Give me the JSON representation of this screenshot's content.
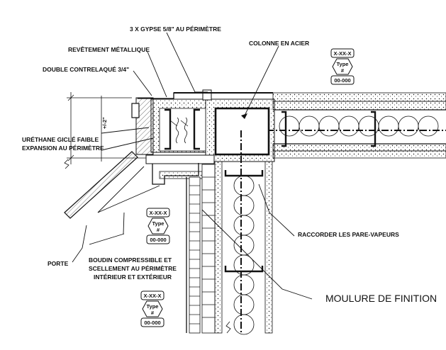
{
  "labels": {
    "gypse": "3 X GYPSE 5/8\" AU PÉRIMÈTRE",
    "revetement": "REVÊTEMENT MÉTALLIQUE",
    "colonne": "COLONNE EN ACIER",
    "contreplaque": "DOUBLE CONTRELAQUÉ 3/4\"",
    "urethane_1": "URÉTHANE GICLÉ FAIBLE",
    "urethane_2": "EXPANSION AU PÉRIMÈTRE",
    "raccorder": "RACCORDER LES PARE-VAPEURS",
    "porte": "PORTE",
    "boudin_1": "BOUDIN COMPRESSIBLE ET",
    "boudin_2": "SCELLEMENT AU PÉRIMÈTRE",
    "boudin_3": "INTÉRIEUR ET EXTÉRIEUR",
    "moulure": "MOULURE DE FINITION",
    "dimension": "+/-2\""
  },
  "tags": [
    {
      "code": "X-XX-X",
      "type_label": "Type",
      "type_mark": "#",
      "ref": "00-000"
    },
    {
      "code": "X-XX-X",
      "type_label": "Type",
      "type_mark": "#",
      "ref": "00-000"
    },
    {
      "code": "X-XX-X",
      "type_label": "Type",
      "type_mark": "#",
      "ref": "00-000"
    }
  ]
}
